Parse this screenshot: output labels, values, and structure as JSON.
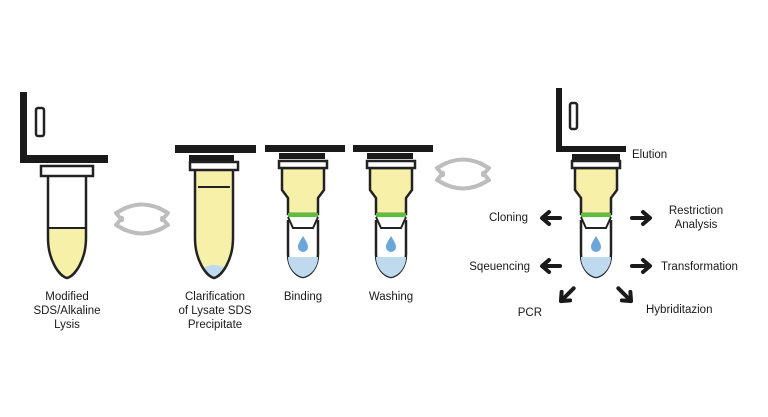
{
  "colors": {
    "outline": "#222222",
    "yellow": "#f7f0a8",
    "blue": "#bfd9ef",
    "drop": "#6aa6d8",
    "green": "#5cbf3a",
    "arrow": "#bdbdbd",
    "black": "#1a1a1a"
  },
  "steps": {
    "lysis": [
      "Modified",
      "SDS/Alkaline",
      "Lysis"
    ],
    "clarification": [
      "Clarification",
      "of Lysate SDS",
      "Precipitate"
    ],
    "binding": "Binding",
    "washing": "Washing",
    "elution": "Elution"
  },
  "applications": {
    "cloning": "Cloning",
    "restriction": [
      "Restriction",
      "Analysis"
    ],
    "sequencing": "Sqeuencing",
    "transformation": "Transformation",
    "pcr": "PCR",
    "hybridization": "Hybriditazion"
  },
  "icons": [
    "exchange-arrows-icon",
    "dark-arrow-icon",
    "liquid-drop-icon"
  ]
}
